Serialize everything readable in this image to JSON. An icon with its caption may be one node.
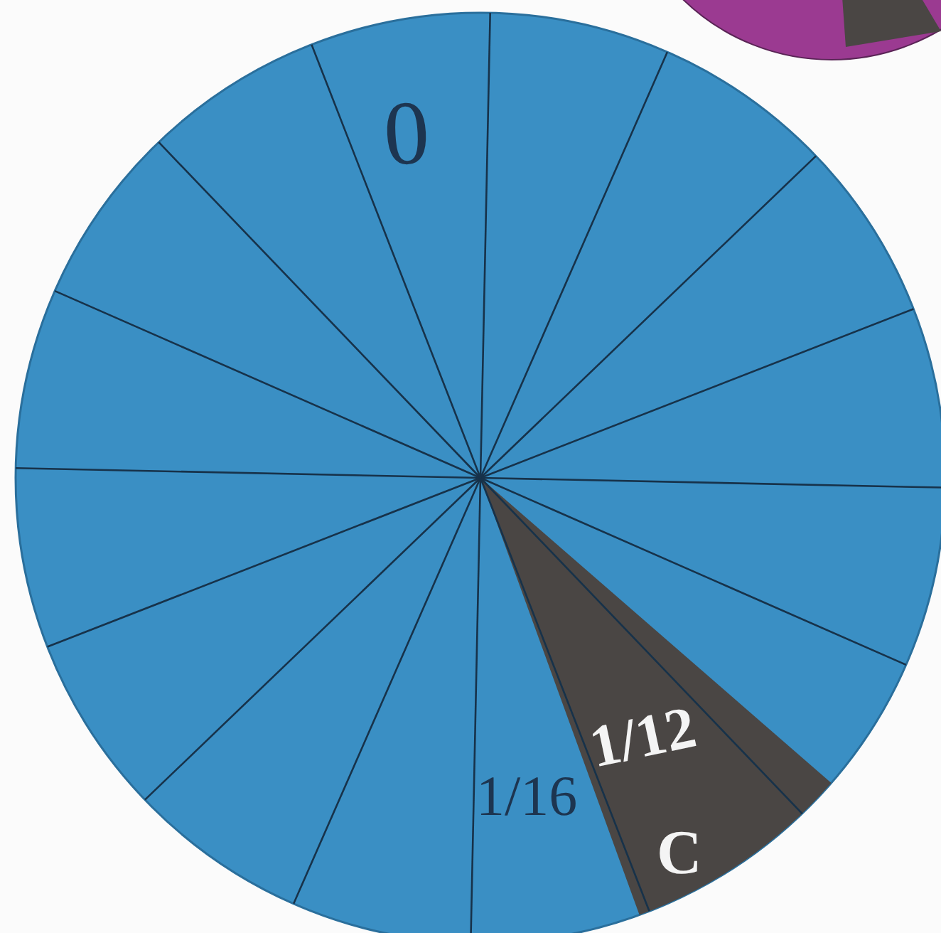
{
  "diagram": {
    "labels": [
      "0",
      "1/16",
      "1/12",
      "C"
    ]
  }
}
